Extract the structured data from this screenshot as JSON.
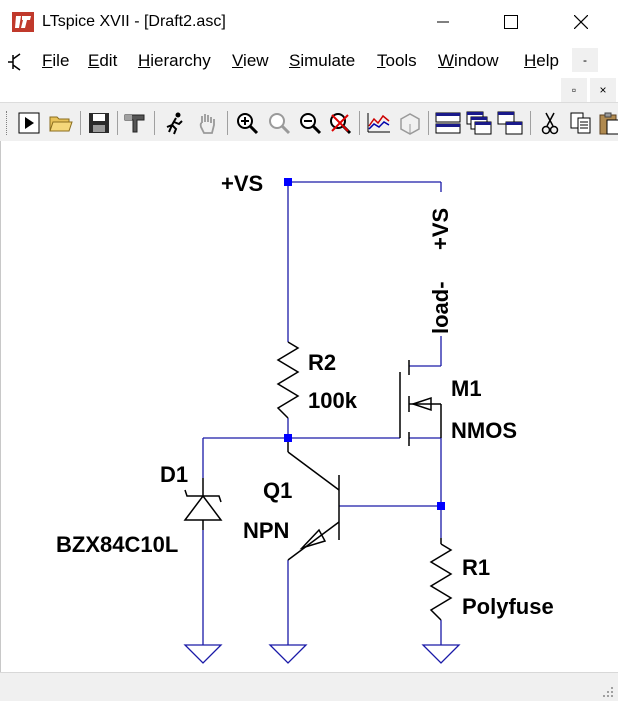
{
  "window": {
    "title": "LTspice XVII - [Draft2.asc]",
    "minimize_glyph": "—",
    "maximize_glyph": "☐",
    "close_glyph": "✕"
  },
  "menu": {
    "items": [
      {
        "label": "File"
      },
      {
        "label": "Edit"
      },
      {
        "label": "Hierarchy"
      },
      {
        "label": "View"
      },
      {
        "label": "Simulate"
      },
      {
        "label": "Tools"
      },
      {
        "label": "Window"
      },
      {
        "label": "Help"
      }
    ],
    "mdi_minimize": "-",
    "mdi_restore": "▫",
    "mdi_close": "×"
  },
  "toolbar": {
    "buttons": [
      {
        "icon": "run-icon"
      },
      {
        "icon": "open-folder-icon"
      },
      {
        "icon": "save-icon"
      },
      {
        "icon": "control-panel-hammer-icon"
      },
      {
        "icon": "halt-running-man-icon"
      },
      {
        "icon": "pan-hand-icon"
      },
      {
        "icon": "zoom-in-icon"
      },
      {
        "icon": "zoom-pan-icon"
      },
      {
        "icon": "zoom-out-icon"
      },
      {
        "icon": "zoom-fit-icon"
      },
      {
        "icon": "waveform-icon"
      },
      {
        "icon": "3d-view-icon"
      },
      {
        "icon": "tile-horizontal-icon"
      },
      {
        "icon": "cascade-icon"
      },
      {
        "icon": "tile-vertical-icon"
      },
      {
        "icon": "cut-icon"
      },
      {
        "icon": "copy-icon"
      },
      {
        "icon": "paste-icon"
      }
    ]
  },
  "schematic": {
    "wire_color": "#1a1aa8",
    "junction_color": "#0000ff",
    "labels": {
      "vs_net": "+VS",
      "vs_net_vertical": "+VS",
      "load_net": "load-",
      "r2_name": "R2",
      "r2_value": "100k",
      "m1_name": "M1",
      "m1_value": "NMOS",
      "d1_name": "D1",
      "d1_value": "BZX84C10L",
      "q1_name": "Q1",
      "q1_value": "NPN",
      "r1_name": "R1",
      "r1_value": "Polyfuse"
    }
  }
}
